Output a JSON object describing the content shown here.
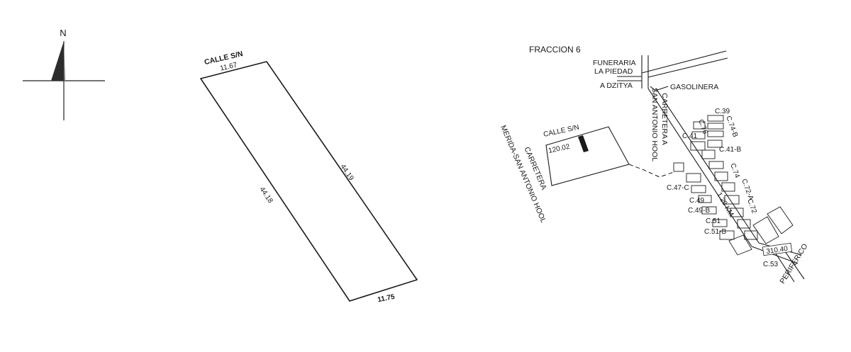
{
  "compass": {
    "north_label": "N",
    "icon": "north-arrow-icon"
  },
  "lot_plan": {
    "street_label": "CALLE S/N",
    "top_side": "11.67",
    "right_side": "44.19",
    "left_side": "44.18",
    "bottom_side": "11.75"
  },
  "location_map": {
    "title": "FRACCION 6",
    "lot_street": "CALLE S/N",
    "lot_frontage": "120.02",
    "road_merida_line1": "CARRETERA",
    "road_merida_line2": "MERIDA-SAN ANTONIO HOOL",
    "road_hool_line1": "CARRETERA A",
    "road_hool_line2": "SAN ANTONIO HOOL",
    "funeraria_line1": "FUNERARIA",
    "funeraria_line2": "LA PIEDAD",
    "dzitya": "A DZITYA",
    "gasolinera": "GASOLINERA",
    "streets": {
      "c39": "C.39",
      "c76": "C.76",
      "c74b": "C.74-B",
      "c41": "C.41",
      "c41b": "C.41-B",
      "c74": "C.74",
      "c47c": "C.47-C",
      "c72a": "C.72-A",
      "c49": "C.49",
      "c72": "C.72",
      "c49b": "C.49-B",
      "c51": "C.51",
      "c51b": "C.51-B",
      "c53": "C.53"
    },
    "distance_1": "1.20 KM",
    "distance_2": "310.40",
    "periferico": "PERIFERICO"
  }
}
